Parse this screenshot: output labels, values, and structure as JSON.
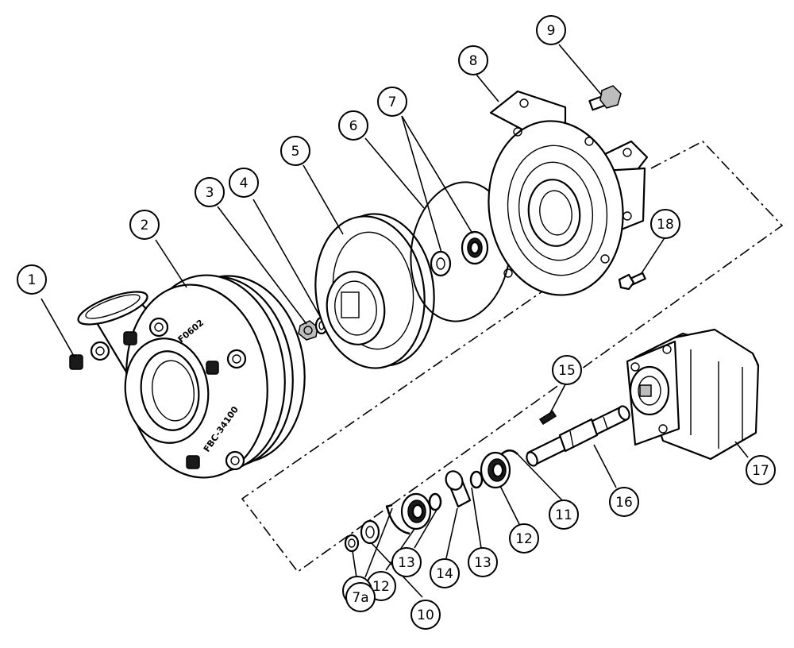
{
  "callouts": [
    {
      "id": "1",
      "label": "1"
    },
    {
      "id": "2",
      "label": "2"
    },
    {
      "id": "3",
      "label": "3"
    },
    {
      "id": "4",
      "label": "4"
    },
    {
      "id": "5",
      "label": "5"
    },
    {
      "id": "6",
      "label": "6"
    },
    {
      "id": "7",
      "label": "7"
    },
    {
      "id": "8",
      "label": "8"
    },
    {
      "id": "9",
      "label": "9"
    },
    {
      "id": "18",
      "label": "18"
    },
    {
      "id": "15",
      "label": "15"
    },
    {
      "id": "16",
      "label": "16"
    },
    {
      "id": "17",
      "label": "17"
    },
    {
      "id": "11b",
      "label": "11"
    },
    {
      "id": "12b",
      "label": "12"
    },
    {
      "id": "13b",
      "label": "13"
    },
    {
      "id": "14",
      "label": "14"
    },
    {
      "id": "13a",
      "label": "13"
    },
    {
      "id": "12a",
      "label": "12"
    },
    {
      "id": "11a",
      "label": "11"
    },
    {
      "id": "10",
      "label": "10"
    },
    {
      "id": "7a",
      "label": "7a"
    }
  ],
  "casting_marks": {
    "top": "F0602",
    "bottom": "FBC-34100"
  }
}
